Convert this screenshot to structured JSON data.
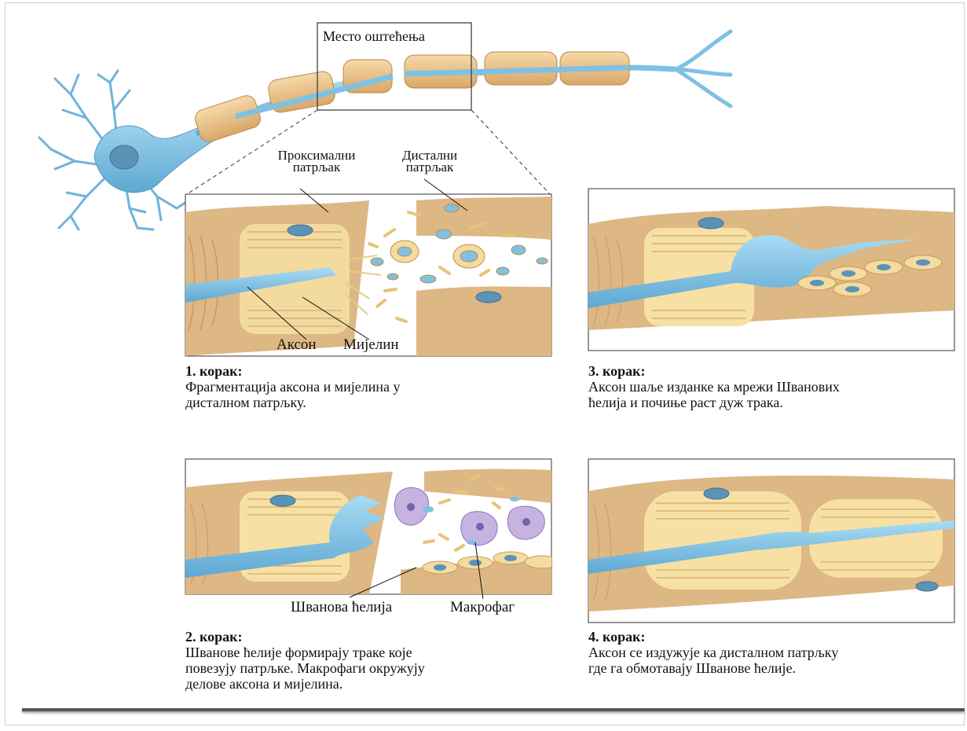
{
  "labels": {
    "injury_site": "Место оштећења",
    "proximal_stump": "Проксимални патрљак",
    "distal_stump": "Дистални патрљак",
    "axon": "Аксон",
    "myelin": "Мијелин",
    "schwann_cell": "Шванова ћелија",
    "macrophage": "Макрофаг"
  },
  "steps": [
    {
      "heading": "1. корак:",
      "text": "Фрагментација аксона и мијелина у\nдисталном патрљку."
    },
    {
      "heading": "2. корак:",
      "text": "Шванове ћелије формирају траке које\nповезују патрљке. Макрофаги окружују\nделове аксона и мијелина."
    },
    {
      "heading": "3. корак:",
      "text": "Аксон шаље изданке ка мрежи Шванових\nћелија и почиње раст дуж трака."
    },
    {
      "heading": "4. корак:",
      "text": "Аксон се издужује ка дисталном патрљку\nгде га обмотавају Шванове ћелије."
    }
  ],
  "colors": {
    "axon": "#7ec1e3",
    "myelin": "#f5dc96",
    "tissue": "#dcb98a",
    "macrophage": "#c7b3e0",
    "line": "#222222"
  }
}
